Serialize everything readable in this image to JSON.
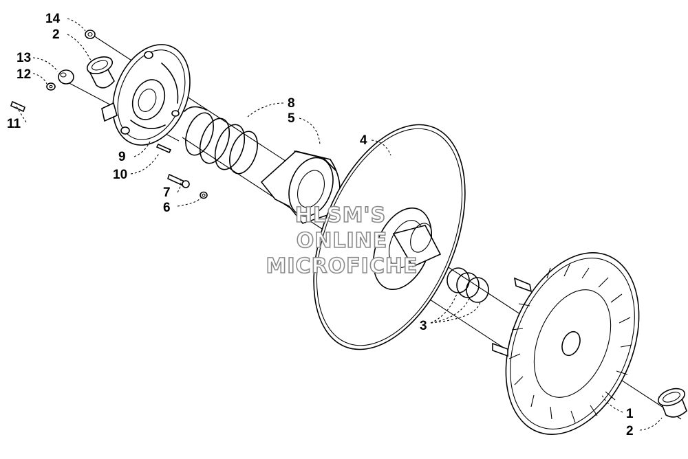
{
  "watermark": {
    "line1": "HLSM'S",
    "line2": "ONLINE",
    "line3": "MICROFICHE"
  },
  "callouts": {
    "c14": "14",
    "c2_top": "2",
    "c13": "13",
    "c12": "12",
    "c11": "11",
    "c9": "9",
    "c10": "10",
    "c8": "8",
    "c5": "5",
    "c7": "7",
    "c6": "6",
    "c4": "4",
    "c3": "3",
    "c1": "1",
    "c2_bottom": "2"
  }
}
